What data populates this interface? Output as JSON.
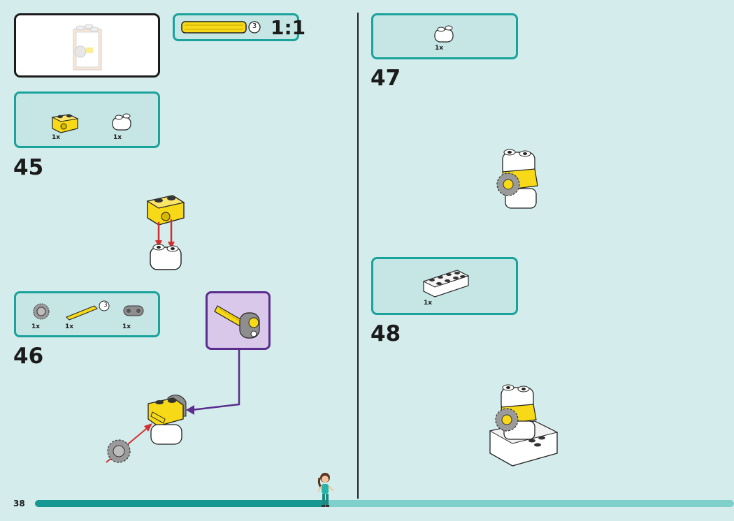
{
  "page": {
    "number": "38"
  },
  "progress": {
    "fraction": 0.42
  },
  "scale_box": {
    "badge": "3",
    "ratio": "1:1"
  },
  "steps": [
    {
      "number": "45",
      "parts": [
        {
          "name": "yellow-technic-brick-1x2",
          "qty": "1x"
        },
        {
          "name": "white-round-brick-1x2",
          "qty": "1x"
        }
      ]
    },
    {
      "number": "46",
      "parts": [
        {
          "name": "gray-gear",
          "qty": "1x"
        },
        {
          "name": "yellow-axle",
          "qty": "1x",
          "badge": "3"
        },
        {
          "name": "gray-axle-connector",
          "qty": "1x"
        }
      ]
    },
    {
      "number": "47",
      "parts": [
        {
          "name": "white-round-brick-1x2",
          "qty": "1x"
        }
      ]
    },
    {
      "number": "48",
      "parts": [
        {
          "name": "white-brick-2x4",
          "qty": "1x"
        }
      ]
    }
  ],
  "colors": {
    "background": "#d5ecec",
    "accent": "#1aa39b",
    "yellow": "#f7d917",
    "callout": "#5b2d8e",
    "arrow_red": "#d32f2f"
  }
}
